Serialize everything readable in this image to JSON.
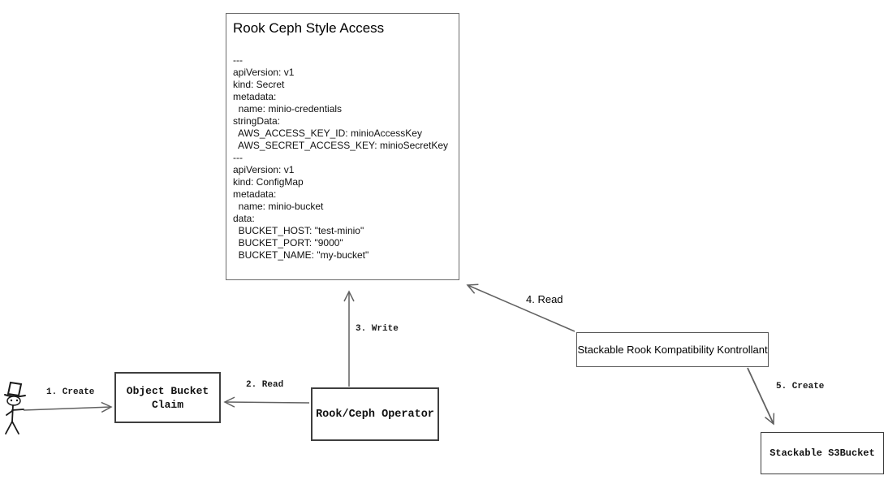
{
  "colors": {
    "background": "#ffffff",
    "arrow": "#616161",
    "node_border": "#3f3f3f",
    "main_box_border": "#6b6b6b",
    "text": "#111111"
  },
  "main_box": {
    "title": "Rook Ceph Style Access",
    "yaml_lines": [
      "---",
      "apiVersion: v1",
      "kind: Secret",
      "metadata:",
      "  name: minio-credentials",
      "stringData:",
      "  AWS_ACCESS_KEY_ID: minioAccessKey",
      "  AWS_SECRET_ACCESS_KEY: minioSecretKey",
      "---",
      "apiVersion: v1",
      "kind: ConfigMap",
      "metadata:",
      "  name: minio-bucket",
      "data:",
      "  BUCKET_HOST: \"test-minio\"",
      "  BUCKET_PORT: \"9000\"",
      "  BUCKET_NAME: \"my-bucket\""
    ]
  },
  "nodes": {
    "object_bucket_claim": {
      "label": "Object Bucket Claim"
    },
    "rook_ceph_operator": {
      "label": "Rook/Ceph Operator"
    },
    "stackable_kontrollant": {
      "label": "Stackable Rook Kompatibility Kontrollant"
    },
    "stackable_s3bucket": {
      "label": "Stackable S3Bucket"
    }
  },
  "edges": {
    "create_obc": {
      "label": "1. Create"
    },
    "read_obc": {
      "label": "2. Read"
    },
    "write_access": {
      "label": "3. Write"
    },
    "read_access": {
      "label": "4. Read"
    },
    "create_s3bucket": {
      "label": "5. Create"
    }
  },
  "icons": {
    "actor": "stick-figure-user"
  }
}
